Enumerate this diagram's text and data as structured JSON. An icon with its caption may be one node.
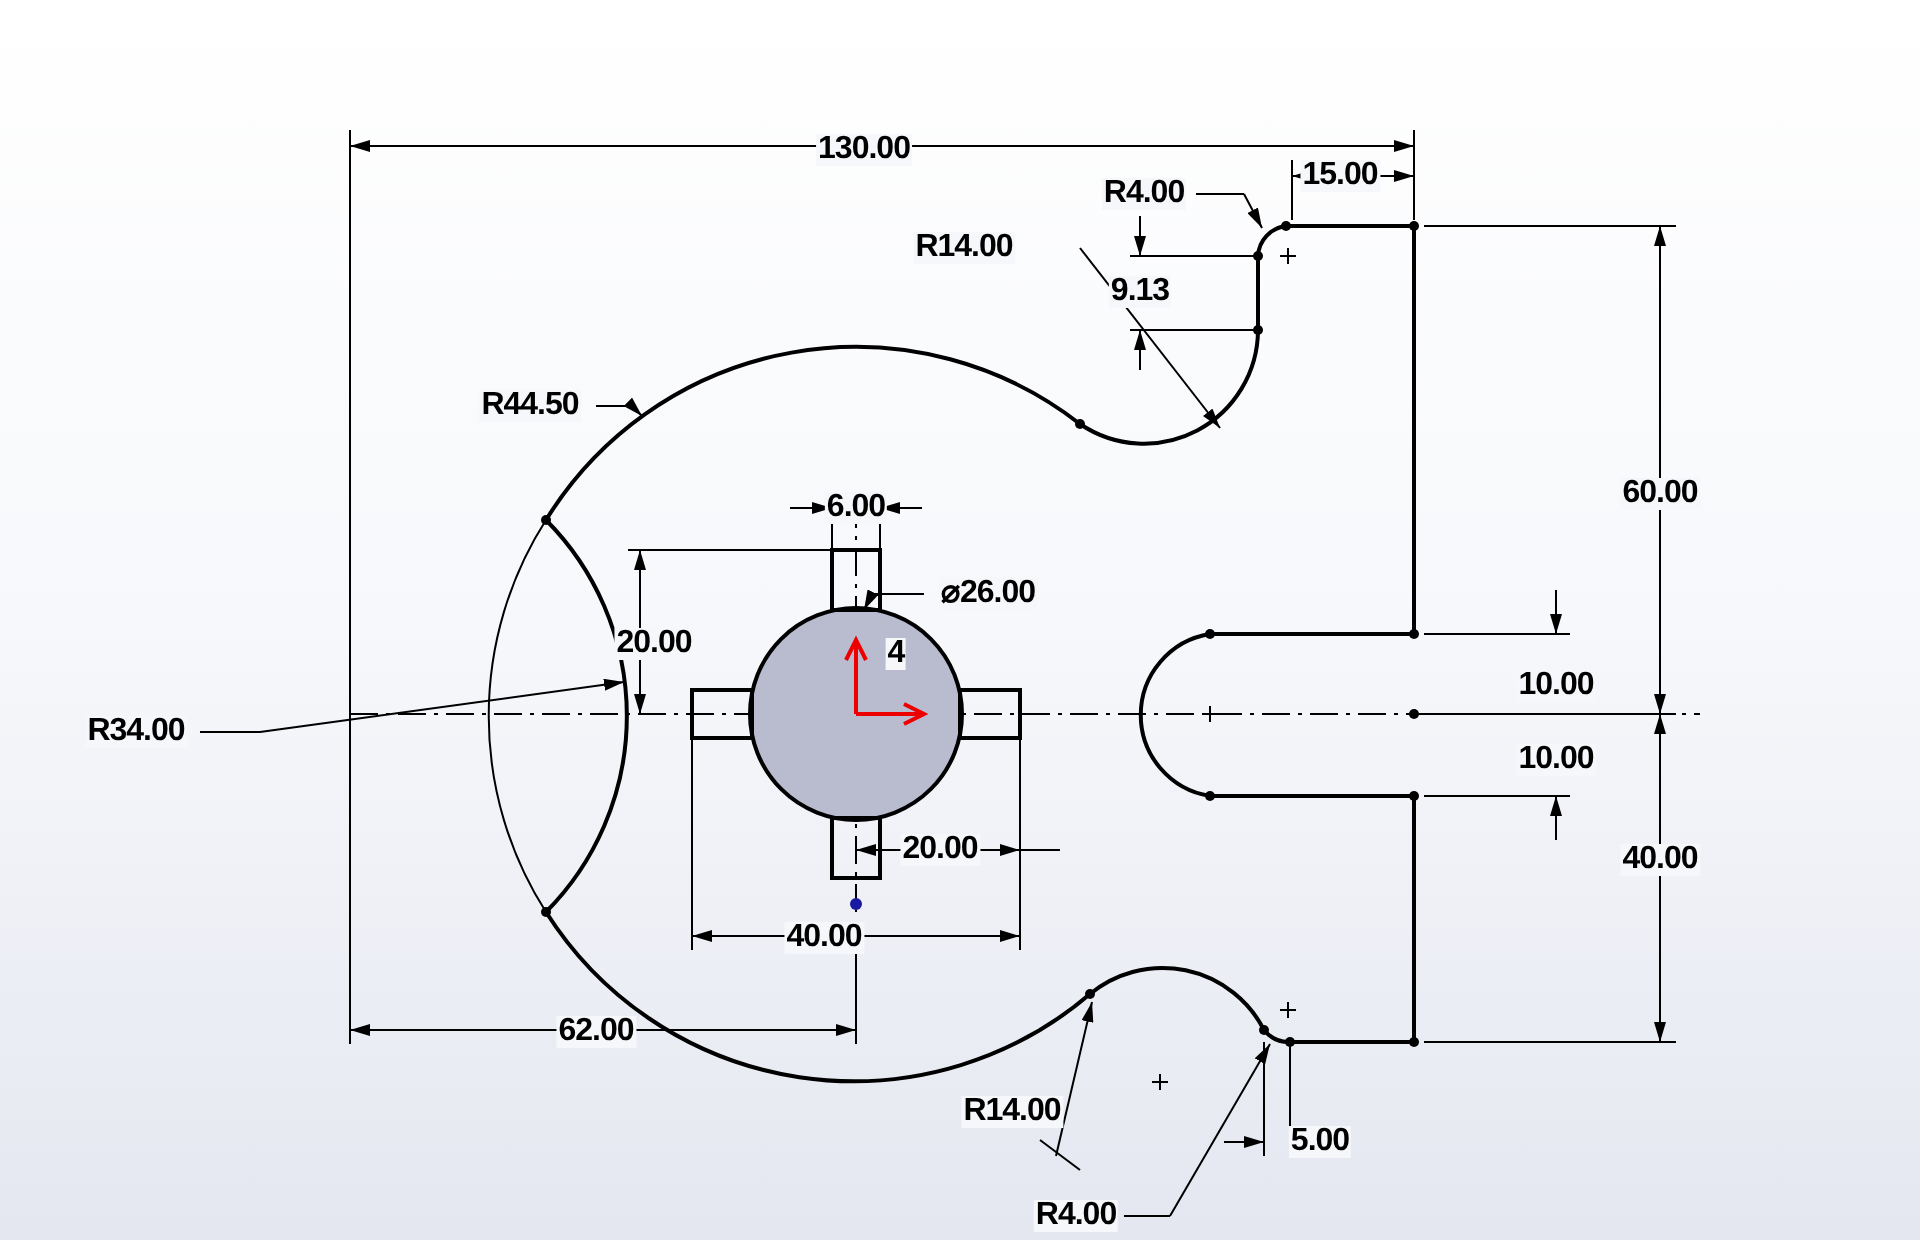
{
  "diagram": {
    "labels": [
      "130.00",
      "R4.00",
      "15.00",
      "R14.00",
      "9.13",
      "R44.50",
      "6.00",
      "60.00",
      "⌀26.00",
      "20.00",
      "4",
      "R34.00",
      "10.00",
      "10.00",
      "20.00",
      "40.00",
      "40.00",
      "62.00",
      "R14.00",
      "5.00",
      "R4.00"
    ]
  }
}
